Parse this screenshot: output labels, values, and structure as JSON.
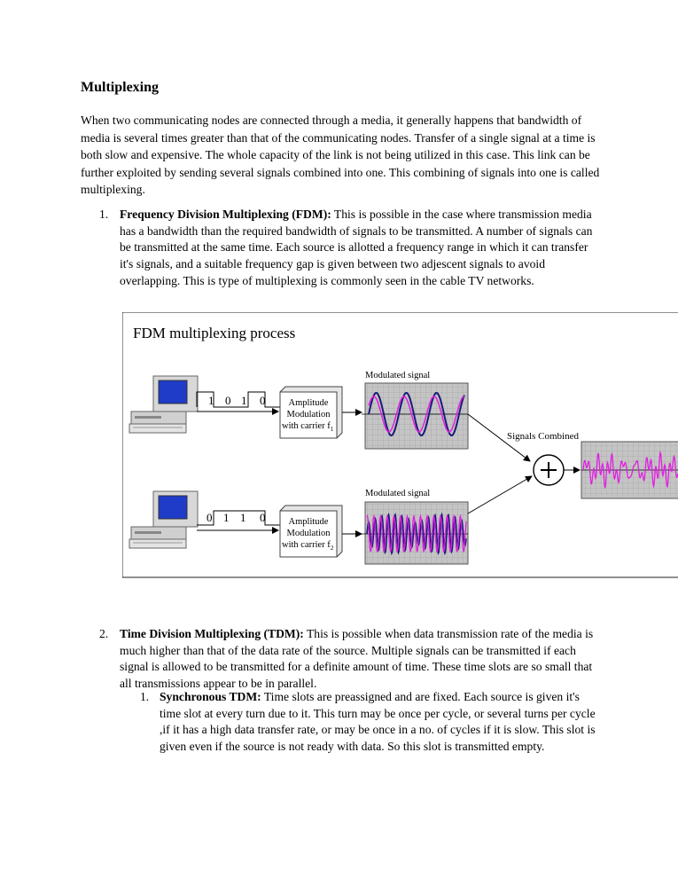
{
  "heading": "Multiplexing",
  "intro": "When two communicating nodes are connected through a media, it generally happens that bandwidth of media is several times greater than that of the communicating nodes. Transfer of a single signal at a time is both slow and expensive. The whole capacity of the link is not being utilized in this case. This link can be further exploited by sending several signals combined into one. This combining of signals into one is called multiplexing.",
  "fdm": {
    "number": "1.",
    "term": "Frequency Division Multiplexing (FDM):",
    "text": " This is possible in the case where transmission media has a bandwidth than the required bandwidth of signals to be transmitted. A number of signals can be transmitted at the same time. Each source is allotted a frequency range in which it can transfer it's signals, and a suitable frequency gap is given between two adjescent signals to avoid overlapping. This is type of multiplexing is commonly seen in the cable TV networks."
  },
  "figure": {
    "title": "FDM multiplexing process",
    "bits_top": [
      "1",
      "0",
      "1",
      "0"
    ],
    "bits_bottom": [
      "0",
      "1",
      "1",
      "0"
    ],
    "box_line1": "Amplitude",
    "box_line2": "Modulation",
    "box_line3_top": "with carrier f",
    "sub_top": "1",
    "box_line3_bottom": "with carrier f",
    "sub_bottom": "2",
    "modulated_label_top": "Modulated signal",
    "modulated_label_bottom": "Modulated signal",
    "combined_label": "Signals Combined",
    "colors": {
      "carrier": "#e020e0",
      "data": "#1a1a7a",
      "panel": "#c0c0c0",
      "screen": "#1e3cc8"
    }
  },
  "tdm": {
    "number": "2.",
    "term": "Time Division Multiplexing (TDM):",
    "text": " This is possible when data transmission rate of the media is much higher than that of the data rate of the source. Multiple signals can be transmitted if each signal is allowed to be transmitted for a definite amount of time. These time slots are so small that all transmissions appear to be in parallel."
  },
  "sync": {
    "number": "1.",
    "term": "Synchronous TDM:",
    "text": " Time slots are preassigned and are fixed. Each source is given it's time slot at every turn due to it. This turn may be once per cycle, or several turns per cycle ,if it has a high data transfer rate, or may be once in a no. of cycles if it is slow. This slot is given even if the source is not ready with data. So this slot is transmitted empty."
  }
}
